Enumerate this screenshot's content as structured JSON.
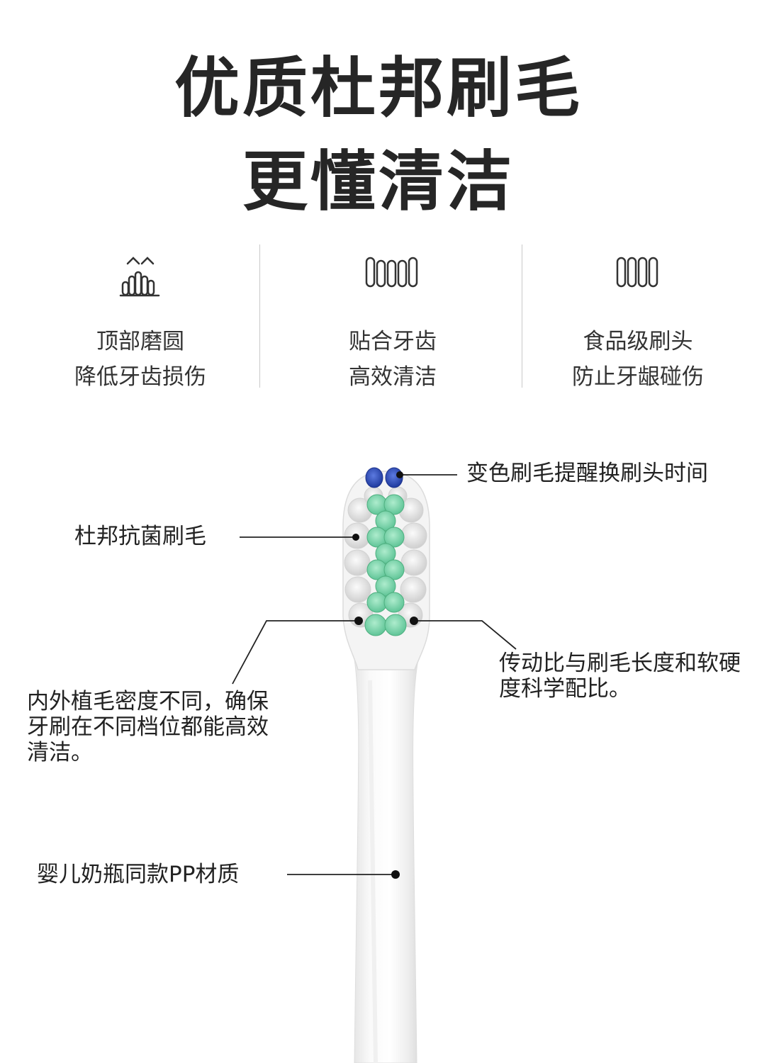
{
  "headline": {
    "line1": "优质杜邦刷毛",
    "line2": "更懂清洁"
  },
  "features": [
    {
      "icon": "rounded-bristles-icon",
      "line1": "顶部磨圆",
      "line2": "降低牙齿损伤"
    },
    {
      "icon": "five-bristles-icon",
      "line1": "贴合牙齿",
      "line2": "高效清洁"
    },
    {
      "icon": "four-bristles-icon",
      "line1": "食品级刷头",
      "line2": "防止牙龈碰伤"
    }
  ],
  "callouts": {
    "color_change": "变色刷毛提醒换刷头时间",
    "antibacterial": "杜邦抗菌刷毛",
    "density": {
      "line1": "内外植毛密度不同，确保",
      "line2": "牙刷在不同档位都能高效",
      "line3": "清洁。"
    },
    "ratio": {
      "line1": "传动比与刷毛长度和软硬",
      "line2": "度科学配比。"
    },
    "material": "婴儿奶瓶同款PP材质"
  },
  "colors": {
    "bristle_blue": "#2f4fbf",
    "bristle_green": "#86d9b2",
    "bristle_white": "#e3e3e3",
    "text": "#262626"
  }
}
